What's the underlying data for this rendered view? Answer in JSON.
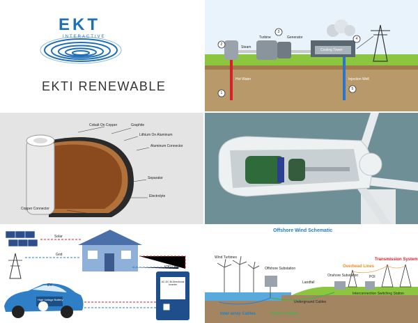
{
  "logo": {
    "mark": "EKT",
    "sub": "INTERACTIVE",
    "title": "EKTI RENEWABLE",
    "brand_color": "#1f6fb8"
  },
  "geothermal": {
    "labels": {
      "steam": "Steam",
      "turbine": "Turbine",
      "generator": "Generator",
      "cooling_tower": "Cooling Tower",
      "hot_water": "Hot Water",
      "injection_well": "Injection Well"
    },
    "steps": [
      "1",
      "2",
      "3",
      "4",
      "5"
    ]
  },
  "battery": {
    "labels": {
      "cobalt": "Cobalt On Copper",
      "graphite": "Graphite",
      "lithium": "Lithium On Aluminum",
      "aluminum_connector": "Aluminum Connector",
      "separator": "Separator",
      "electrolyte": "Electrolyte",
      "copper_connector": "Copper Connector"
    }
  },
  "v2g": {
    "labels": {
      "solar": "Solar",
      "grid": "Grid",
      "ev": "EV",
      "battery": "High Voltage Battery",
      "unit": "V2G Unit",
      "inverter": "AC-DC Bi-Directional Inverter"
    }
  },
  "offshore": {
    "title": "Offshore Wind Schematic",
    "labels": {
      "wind_turbines": "Wind Turbines",
      "offshore_substation": "Offshore Substation",
      "landfall": "Landfall",
      "onshore_substation": "Onshore Substation",
      "overhead_lines": "Overhead Lines",
      "poi": "POI",
      "transmission_system": "Transmission System",
      "underground_cables": "Underground Cables",
      "interconnection": "Interconnection Switching Station",
      "inter_array": "Inter-array Cables",
      "export_cables": "Export Cables"
    }
  }
}
